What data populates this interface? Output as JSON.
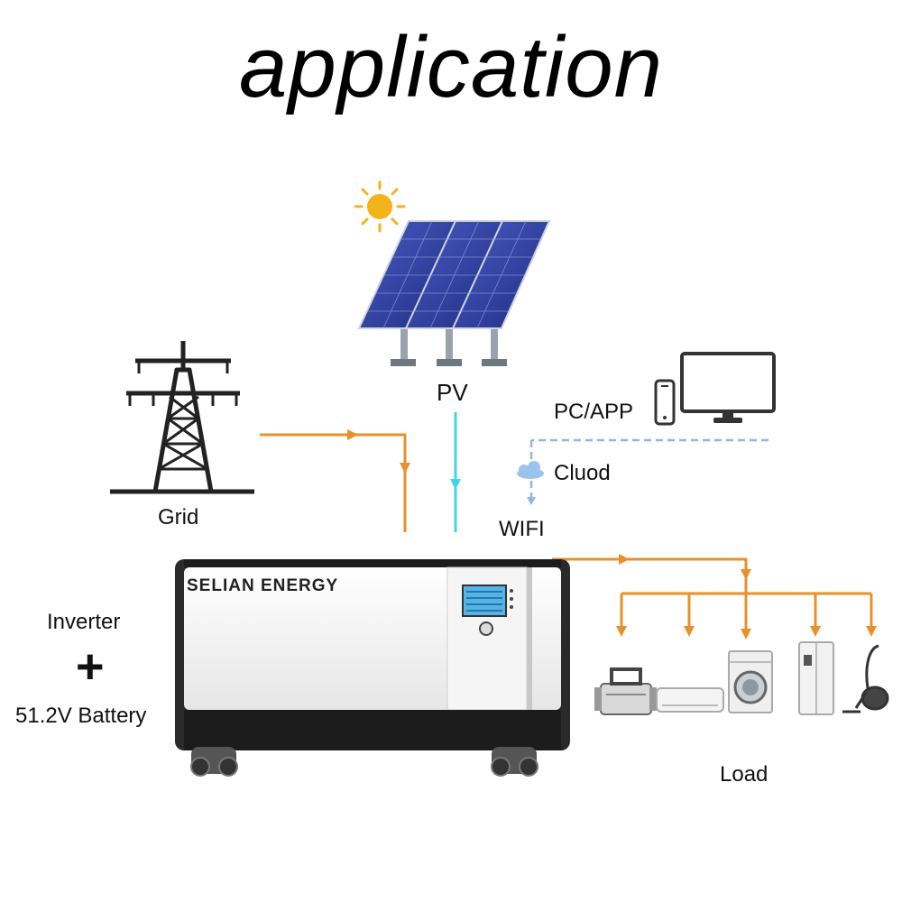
{
  "title": "application",
  "nodes": {
    "pv": "PV",
    "pc_app": "PC/APP",
    "cloud": "Cluod",
    "wifi": "WIFI",
    "grid": "Grid",
    "inverter": "Inverter",
    "plus": "+",
    "battery": "51.2V Battery",
    "load": "Load"
  },
  "device": {
    "brand": "SELIAN ENERGY"
  },
  "colors": {
    "power_line": "#e8902a",
    "pv_line": "#3cd6e6",
    "data_line": "#8fb8e0",
    "sun": "#f4b21b",
    "panel": "#2e3f9e"
  },
  "icons": [
    "sun-icon",
    "solar-panel-icon",
    "transmission-tower-icon",
    "monitor-icon",
    "phone-icon",
    "cloud-icon",
    "generator-icon",
    "air-conditioner-icon",
    "washing-machine-icon",
    "refrigerator-icon",
    "vacuum-cleaner-icon"
  ]
}
